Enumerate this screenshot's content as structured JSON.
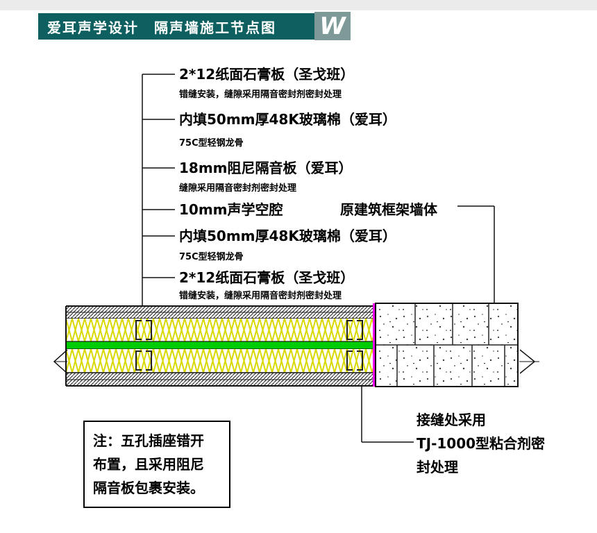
{
  "header": {
    "title": "爱耳声学设计　隔声墙施工节点图",
    "logo": "W"
  },
  "callouts": [
    {
      "text": "2*12纸面石膏板（圣戈班）"
    },
    {
      "text": "错缝安装，缝隙采用隔音密封剂密封处理"
    },
    {
      "text": "内填50mm厚48K玻璃棉（爱耳）"
    },
    {
      "text": "75C型轻钢龙骨"
    },
    {
      "text": "18mm阻尼隔音板（爱耳）"
    },
    {
      "text": "缝隙采用隔音密封剂密封处理"
    },
    {
      "text": "10mm声学空腔"
    },
    {
      "text": "内填50mm厚48K玻璃棉（爱耳）"
    },
    {
      "text": "75C型轻钢龙骨"
    },
    {
      "text": "2*12纸面石膏板（圣戈班）"
    },
    {
      "text": "错缝安装，缝隙采用隔音密封剂密封处理"
    }
  ],
  "wall_label": "原建筑框架墙体",
  "note": {
    "line1": "注：五孔插座错开",
    "line2": "布置，且采用阻尼",
    "line3": "隔音板包裹安装。"
  },
  "seam": {
    "line1": "接缝处采用",
    "line2": "TJ-1000型粘合剂密",
    "line3": "封处理"
  },
  "colors": {
    "header_bg": "#0e6060",
    "logo_bg": "#7d9a98",
    "insulation_yellow": "#d9d900",
    "damping_green": "#00cc00",
    "seam_magenta": "#ee00ee"
  }
}
